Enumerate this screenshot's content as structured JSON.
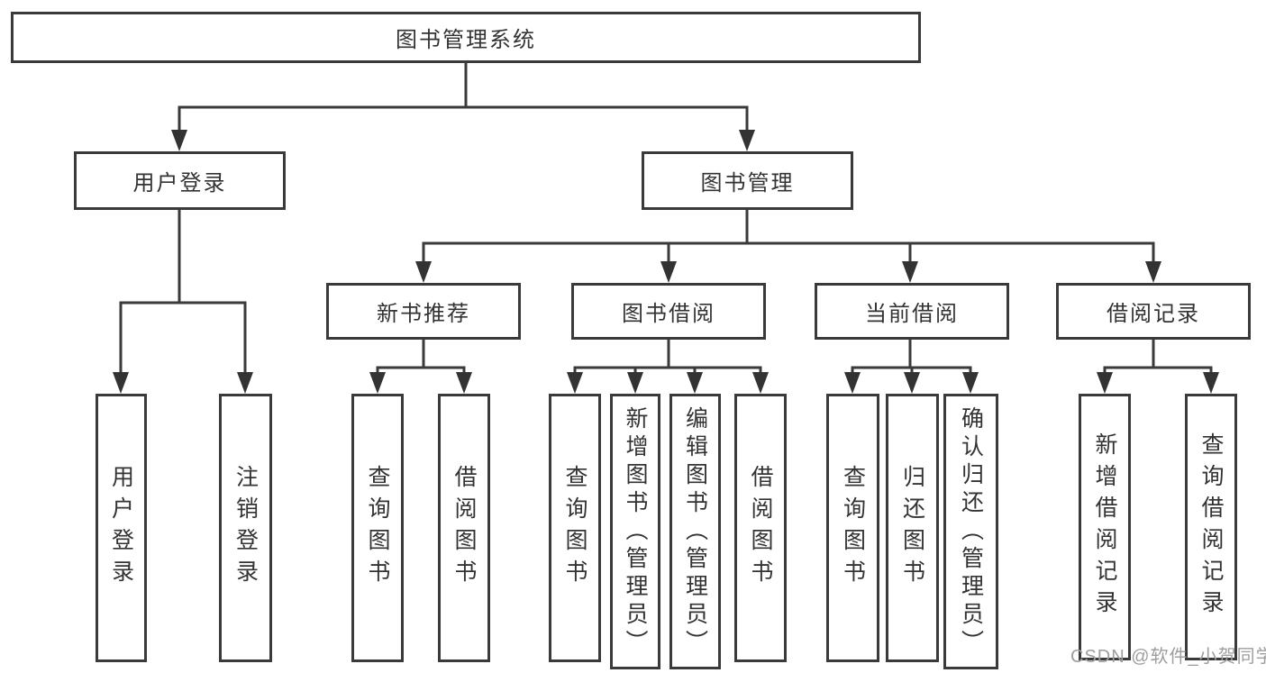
{
  "colors": {
    "box_border": "#3a3a3a",
    "connector_line": "#3a3a3a",
    "text": "#333333",
    "watermark_text": "#9e9e9e",
    "background": "#ffffff"
  },
  "watermark": "CSDN @软件_小贺同学",
  "tree": {
    "label": "图书管理系统",
    "children": [
      {
        "label": "用户登录",
        "children": [
          {
            "label": "用户登录"
          },
          {
            "label": "注销登录"
          }
        ]
      },
      {
        "label": "图书管理",
        "children": [
          {
            "label": "新书推荐",
            "children": [
              {
                "label": "查询图书"
              },
              {
                "label": "借阅图书"
              }
            ]
          },
          {
            "label": "图书借阅",
            "children": [
              {
                "label": "查询图书"
              },
              {
                "label": "新增图书（管理员）"
              },
              {
                "label": "编辑图书（管理员）"
              },
              {
                "label": "借阅图书"
              }
            ]
          },
          {
            "label": "当前借阅",
            "children": [
              {
                "label": "查询图书"
              },
              {
                "label": "归还图书"
              },
              {
                "label": "确认归还（管理员）"
              }
            ]
          },
          {
            "label": "借阅记录",
            "children": [
              {
                "label": "新增借阅记录"
              },
              {
                "label": "查询借阅记录"
              }
            ]
          }
        ]
      }
    ]
  }
}
